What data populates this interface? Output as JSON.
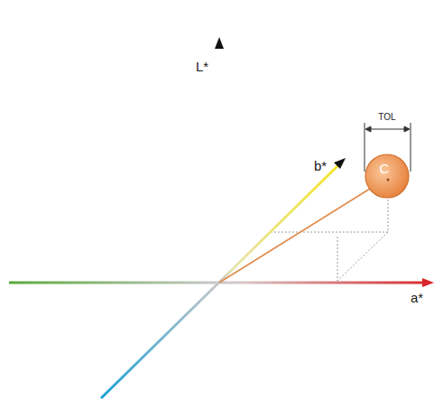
{
  "diagram": {
    "nodes": [
      {
        "text": [
          "C"
        ]
      }
    ],
    "labels": [
      "L*",
      "b*",
      "a*",
      "TOL"
    ]
  }
}
